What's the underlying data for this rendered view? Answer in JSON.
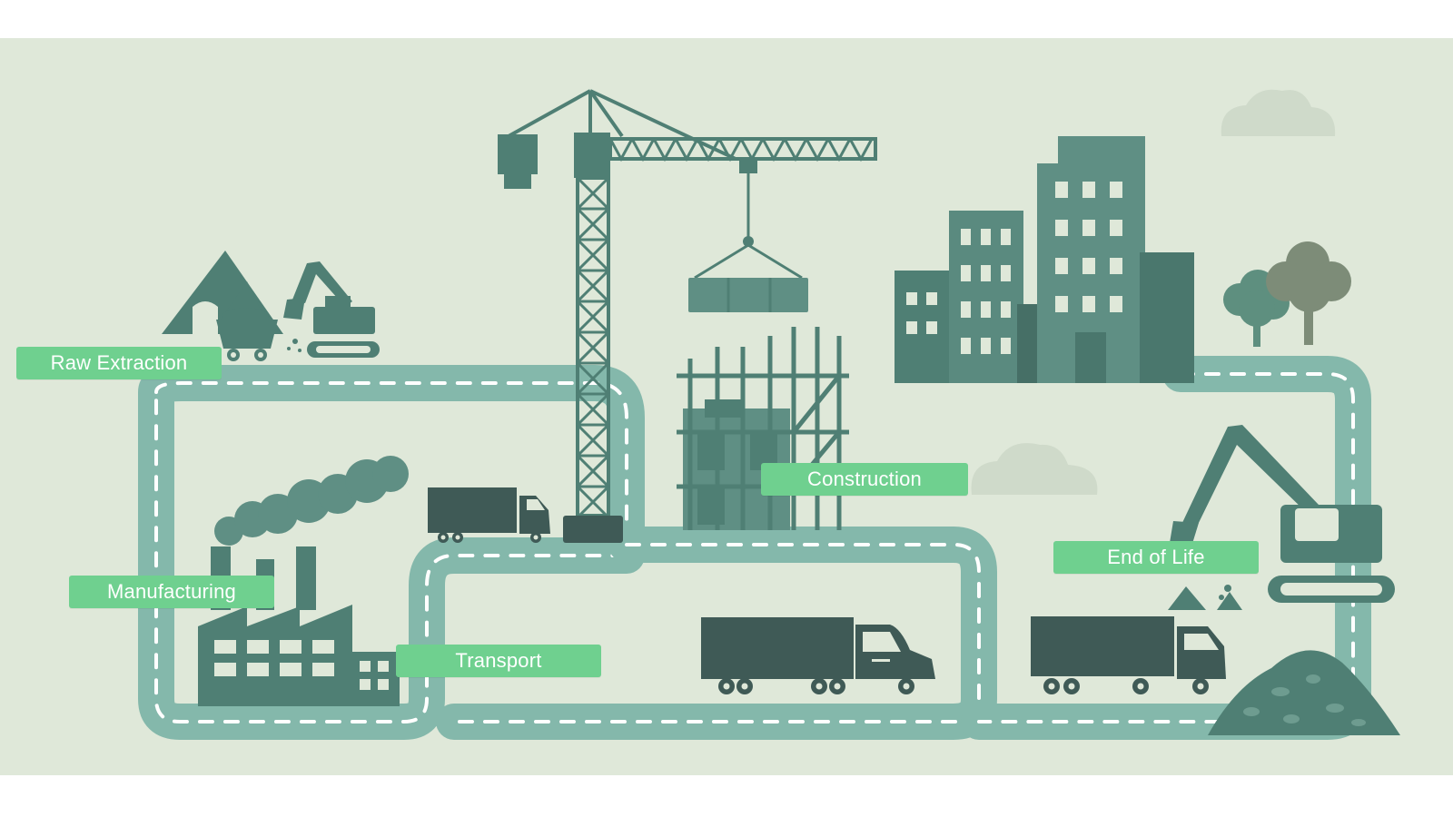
{
  "stages": {
    "raw_extraction": "Raw Extraction",
    "manufacturing": "Manufacturing",
    "transport": "Transport",
    "construction": "Construction",
    "end_of_life": "End of Life"
  },
  "colors": {
    "background": "#dfe8d9",
    "road": "#84b8ab",
    "road_dash": "#ffffff",
    "icon_dark": "#4f7f74",
    "icon_mid": "#5f8f84",
    "icon_charcoal": "#3f5a56",
    "label_bg": "#6fd08f",
    "cloud": "#cfdaca",
    "tree_dark": "#5e8f7f",
    "tree_brown": "#7d8c78"
  }
}
